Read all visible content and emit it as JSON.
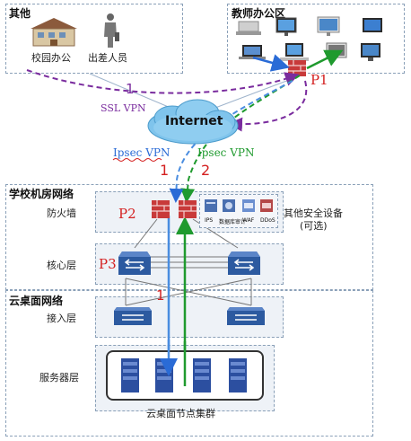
{
  "zones": {
    "other": {
      "title": "其他",
      "items": [
        "校园办公",
        "出差人员"
      ]
    },
    "teacher": {
      "title": "教师办公区"
    },
    "school_dc": {
      "title": "学校机房网络"
    },
    "cloud_desktop": {
      "title": "云桌面网络"
    }
  },
  "layers": {
    "firewall": "防火墙",
    "core": "核心层",
    "access": "接入层",
    "server": "服务器层"
  },
  "security_devices": {
    "labels": [
      "IPS",
      "数据库审计",
      "WAF",
      "DDoS"
    ],
    "caption_line1": "其他安全设备",
    "caption_line2": "(可选)"
  },
  "cloud": {
    "label": "Internet"
  },
  "vpn": {
    "ssl": "SSL VPN",
    "ipsec_blue": "Ipsec VPN",
    "ipsec_green": "Ipsec VPN"
  },
  "markers": {
    "p1": "P1",
    "p2": "P2",
    "p3": "P3",
    "n1_purple": "1",
    "n1_red": "1",
    "n2_green": "2",
    "n1_core": "1"
  },
  "cluster": {
    "label": "云桌面节点集群"
  },
  "colors": {
    "zone_border": "#8aa0b8",
    "zone_fill": "#eef2f7",
    "purple": "#7a2c9e",
    "green": "#1f9a2e",
    "blue": "#2a6bd6",
    "red": "#d42020",
    "switch": "#2c5aa0",
    "cloud": "#7fc4ec"
  },
  "icons": {
    "building": "school-building-icon",
    "traveler": "traveler-person-icon",
    "laptop": "laptop-icon",
    "monitor": "monitor-icon",
    "desktop": "desktop-pc-icon",
    "firewall": "firewall-icon",
    "switch": "switch-icon",
    "server": "server-icon"
  }
}
